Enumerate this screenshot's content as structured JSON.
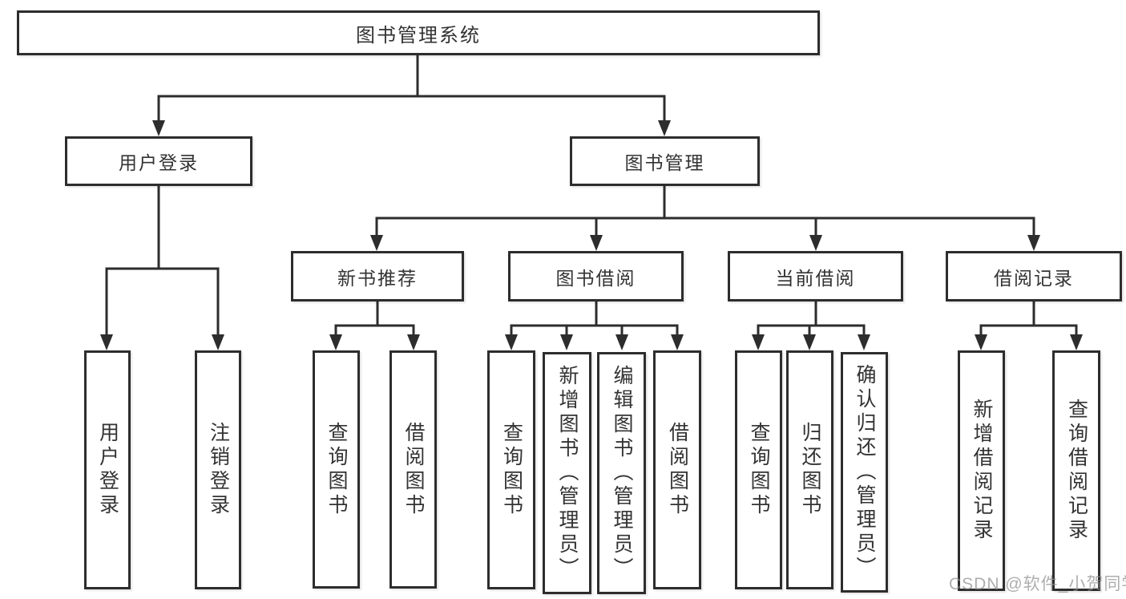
{
  "diagram": {
    "root": {
      "label": "图书管理系统"
    },
    "level2": [
      {
        "label": "用户登录",
        "children": [
          {
            "label": "用户登录"
          },
          {
            "label": "注销登录"
          }
        ]
      },
      {
        "label": "图书管理",
        "children": [
          {
            "label": "新书推荐",
            "children": [
              {
                "label": "查询图书"
              },
              {
                "label": "借阅图书"
              }
            ]
          },
          {
            "label": "图书借阅",
            "children": [
              {
                "label": "查询图书"
              },
              {
                "label": "新增图书（管理员）"
              },
              {
                "label": "编辑图书（管理员）"
              },
              {
                "label": "借阅图书"
              }
            ]
          },
          {
            "label": "当前借阅",
            "children": [
              {
                "label": "查询图书"
              },
              {
                "label": "归还图书"
              },
              {
                "label": "确认归还（管理员）"
              }
            ]
          },
          {
            "label": "借阅记录",
            "children": [
              {
                "label": "新增借阅记录"
              },
              {
                "label": "查询借阅记录"
              }
            ]
          }
        ]
      }
    ]
  },
  "watermark": "CSDN @软件_小贺同学",
  "colors": {
    "line": "#2d2d2d",
    "text": "#333333",
    "background": "#ffffff",
    "watermark": "#8f8f8f"
  }
}
